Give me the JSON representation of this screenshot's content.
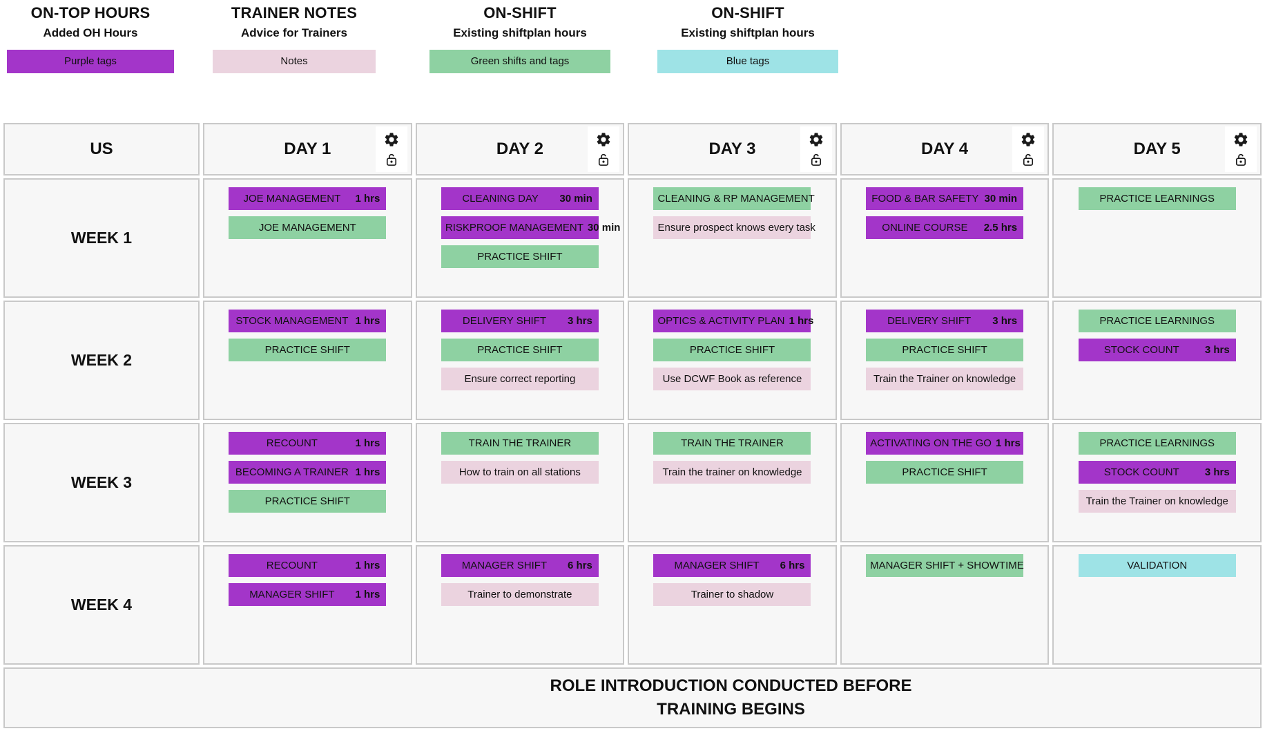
{
  "colors": {
    "purple": "#a335c9",
    "green": "#8ed1a2",
    "note": "#ebd3df",
    "blue": "#9ee3e6",
    "cell_bg": "#f7f7f7",
    "border": "#c9c9c9"
  },
  "legend": [
    {
      "title": "ON-TOP HOURS",
      "subtitle": "Added OH Hours",
      "swatch_label": "Purple tags",
      "type": "purple"
    },
    {
      "title": "TRAINER NOTES",
      "subtitle": "Advice for Trainers",
      "swatch_label": "Notes",
      "type": "note"
    },
    {
      "title": "ON-SHIFT",
      "subtitle": "Existing shiftplan hours",
      "swatch_label": "Green shifts and tags",
      "type": "green"
    },
    {
      "title": "ON-SHIFT",
      "subtitle": "Existing shiftplan hours",
      "swatch_label": "Blue tags",
      "type": "blue"
    }
  ],
  "table": {
    "corner_label": "US",
    "day_headers": [
      "DAY 1",
      "DAY 2",
      "DAY 3",
      "DAY 4",
      "DAY 5"
    ],
    "header_icons": [
      "gear-icon",
      "lock-open-icon"
    ],
    "weeks": [
      {
        "label": "WEEK 1",
        "days": [
          [
            {
              "label": "JOE MANAGEMENT",
              "hours": "1 hrs",
              "type": "purple"
            },
            {
              "label": "JOE MANAGEMENT",
              "type": "green"
            }
          ],
          [
            {
              "label": "CLEANING DAY",
              "hours": "30 min",
              "type": "purple"
            },
            {
              "label": "RISKPROOF MANAGEMENT",
              "hours": "30 min",
              "type": "purple"
            },
            {
              "label": "PRACTICE SHIFT",
              "type": "green"
            }
          ],
          [
            {
              "label": "CLEANING & RP MANAGEMENT",
              "type": "green"
            },
            {
              "label": "Ensure prospect knows every task",
              "type": "note"
            }
          ],
          [
            {
              "label": "FOOD & BAR SAFETY",
              "hours": "30 min",
              "type": "purple"
            },
            {
              "label": "ONLINE COURSE",
              "hours": "2.5 hrs",
              "type": "purple"
            }
          ],
          [
            {
              "label": "PRACTICE LEARNINGS",
              "type": "green"
            }
          ]
        ]
      },
      {
        "label": "WEEK 2",
        "days": [
          [
            {
              "label": "STOCK MANAGEMENT",
              "hours": "1 hrs",
              "type": "purple"
            },
            {
              "label": "PRACTICE SHIFT",
              "type": "green"
            }
          ],
          [
            {
              "label": "DELIVERY SHIFT",
              "hours": "3 hrs",
              "type": "purple"
            },
            {
              "label": "PRACTICE SHIFT",
              "type": "green"
            },
            {
              "label": "Ensure correct reporting",
              "type": "note"
            }
          ],
          [
            {
              "label": "OPTICS & ACTIVITY PLAN",
              "hours": "1 hrs",
              "type": "purple"
            },
            {
              "label": "PRACTICE SHIFT",
              "type": "green"
            },
            {
              "label": "Use DCWF Book as reference",
              "type": "note"
            }
          ],
          [
            {
              "label": "DELIVERY SHIFT",
              "hours": "3 hrs",
              "type": "purple"
            },
            {
              "label": "PRACTICE SHIFT",
              "type": "green"
            },
            {
              "label": "Train the Trainer on knowledge",
              "type": "note"
            }
          ],
          [
            {
              "label": "PRACTICE LEARNINGS",
              "type": "green"
            },
            {
              "label": "STOCK COUNT",
              "hours": "3 hrs",
              "type": "purple"
            }
          ]
        ]
      },
      {
        "label": "WEEK 3",
        "days": [
          [
            {
              "label": "RECOUNT",
              "hours": "1 hrs",
              "type": "purple"
            },
            {
              "label": "BECOMING A TRAINER",
              "hours": "1 hrs",
              "type": "purple"
            },
            {
              "label": "PRACTICE SHIFT",
              "type": "green"
            }
          ],
          [
            {
              "label": "TRAIN THE TRAINER",
              "type": "green"
            },
            {
              "label": "How to train on all stations",
              "type": "note"
            }
          ],
          [
            {
              "label": "TRAIN THE TRAINER",
              "type": "green"
            },
            {
              "label": "Train the trainer on knowledge",
              "type": "note"
            }
          ],
          [
            {
              "label": "ACTIVATING ON THE GO",
              "hours": "1 hrs",
              "type": "purple"
            },
            {
              "label": "PRACTICE SHIFT",
              "type": "green"
            }
          ],
          [
            {
              "label": "PRACTICE LEARNINGS",
              "type": "green"
            },
            {
              "label": "STOCK COUNT",
              "hours": "3 hrs",
              "type": "purple"
            },
            {
              "label": "Train the Trainer on knowledge",
              "type": "note"
            }
          ]
        ]
      },
      {
        "label": "WEEK 4",
        "days": [
          [
            {
              "label": "RECOUNT",
              "hours": "1 hrs",
              "type": "purple"
            },
            {
              "label": "MANAGER SHIFT",
              "hours": "1 hrs",
              "type": "purple"
            }
          ],
          [
            {
              "label": "MANAGER SHIFT",
              "hours": "6 hrs",
              "type": "purple"
            },
            {
              "label": "Trainer to demonstrate",
              "type": "note"
            }
          ],
          [
            {
              "label": "MANAGER SHIFT",
              "hours": "6 hrs",
              "type": "purple"
            },
            {
              "label": "Trainer to shadow",
              "type": "note"
            }
          ],
          [
            {
              "label": "MANAGER SHIFT + SHOWTIME",
              "type": "green"
            }
          ],
          [
            {
              "label": "VALIDATION",
              "type": "blue"
            }
          ]
        ]
      }
    ],
    "footer_lines": [
      "ROLE INTRODUCTION CONDUCTED BEFORE",
      "TRAINING BEGINS"
    ]
  }
}
